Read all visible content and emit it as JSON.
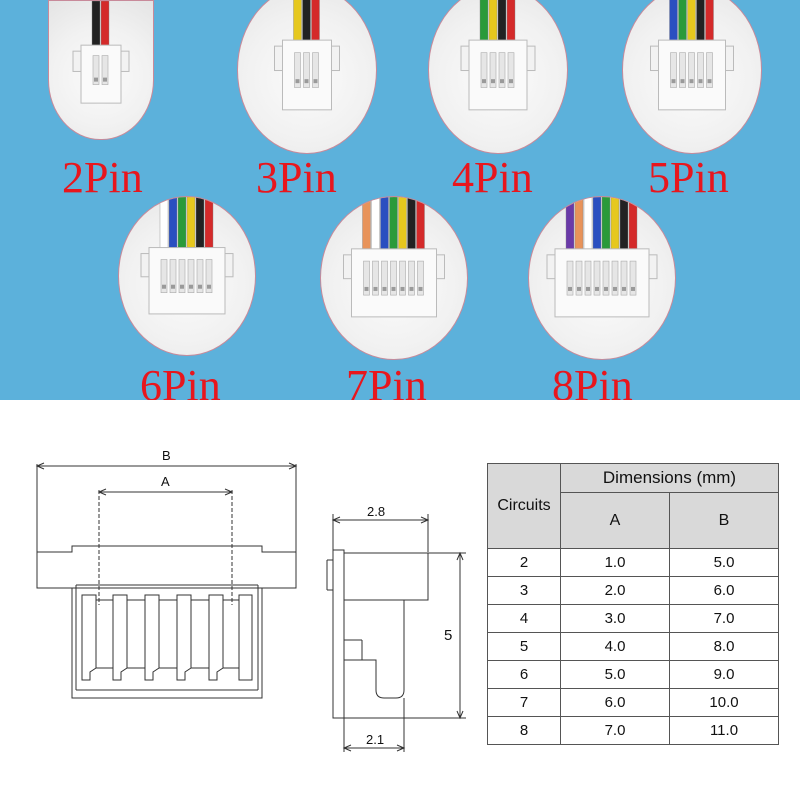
{
  "pin_labels": [
    "2Pin",
    "3Pin",
    "4Pin",
    "5Pin",
    "6Pin",
    "7Pin",
    "8Pin"
  ],
  "photos": [
    {
      "pins": 2,
      "wires": [
        "#222222",
        "#d42a2a"
      ]
    },
    {
      "pins": 3,
      "wires": [
        "#e6c81e",
        "#222222",
        "#d42a2a"
      ]
    },
    {
      "pins": 4,
      "wires": [
        "#2a9a3a",
        "#e6c81e",
        "#222222",
        "#d42a2a"
      ]
    },
    {
      "pins": 5,
      "wires": [
        "#2a4fc0",
        "#2a9a3a",
        "#e6c81e",
        "#222222",
        "#d42a2a"
      ]
    },
    {
      "pins": 6,
      "wires": [
        "#ffffff",
        "#2a4fc0",
        "#2a9a3a",
        "#e6c81e",
        "#222222",
        "#d42a2a"
      ]
    },
    {
      "pins": 7,
      "wires": [
        "#e8935a",
        "#ffffff",
        "#2a4fc0",
        "#2a9a3a",
        "#e6c81e",
        "#222222",
        "#d42a2a"
      ]
    },
    {
      "pins": 8,
      "wires": [
        "#6a3aa8",
        "#e8935a",
        "#ffffff",
        "#2a4fc0",
        "#2a9a3a",
        "#e6c81e",
        "#222222",
        "#d42a2a"
      ]
    }
  ],
  "drawing": {
    "label_b": "B",
    "label_a": "A",
    "label_28": "2.8",
    "label_5": "5",
    "label_21": "2.1"
  },
  "table": {
    "circuits_header": "Circuits",
    "dimensions_header": "Dimensions (mm)",
    "col_a": "A",
    "col_b": "B",
    "rows": [
      {
        "c": "2",
        "a": "1.0",
        "b": "5.0"
      },
      {
        "c": "3",
        "a": "2.0",
        "b": "6.0"
      },
      {
        "c": "4",
        "a": "3.0",
        "b": "7.0"
      },
      {
        "c": "5",
        "a": "4.0",
        "b": "8.0"
      },
      {
        "c": "6",
        "a": "5.0",
        "b": "9.0"
      },
      {
        "c": "7",
        "a": "6.0",
        "b": "10.0"
      },
      {
        "c": "8",
        "a": "7.0",
        "b": "11.0"
      }
    ]
  }
}
